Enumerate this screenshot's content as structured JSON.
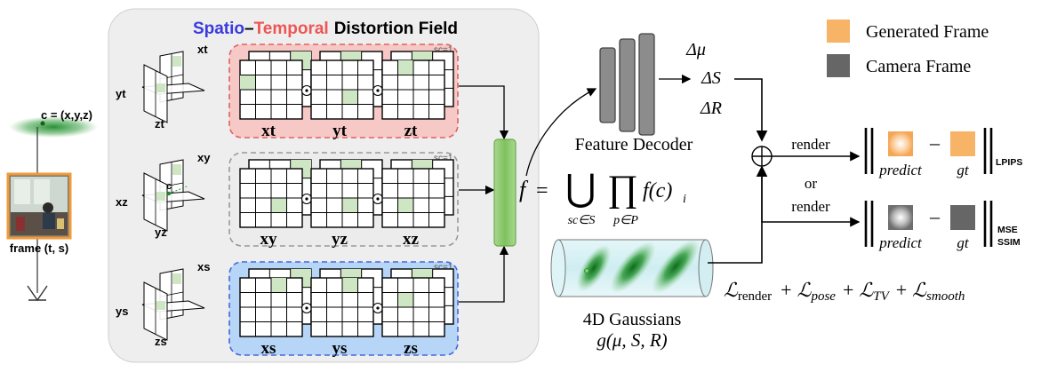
{
  "title": {
    "part1": "Spatio",
    "dash": "–",
    "part2": "Temporal",
    "part3": "Distortion Field",
    "color1": "#3a3ae0",
    "color2": "#ee5555"
  },
  "camera": {
    "point_label": "c = (x,y,z)",
    "frame_label": "frame (t, s)"
  },
  "groups": [
    {
      "name": "temporal-xyz",
      "axes3d": [
        "xt",
        "yt",
        "zt"
      ],
      "planes": [
        "xt",
        "yt",
        "zt"
      ],
      "scale_labels": [
        "sc=1",
        "sc=2"
      ],
      "fill": "#f7c9c6",
      "stroke": "#e06060"
    },
    {
      "name": "spatial",
      "axes3d": [
        "xy",
        "xz",
        "yz"
      ],
      "planes": [
        "xy",
        "yz",
        "xz"
      ],
      "scale_labels": [
        "sc=1",
        "sc=2"
      ],
      "fill": "#ececec",
      "stroke": "#999999"
    },
    {
      "name": "scale",
      "axes3d": [
        "xs",
        "ys",
        "zs"
      ],
      "planes": [
        "xs",
        "ys",
        "zs"
      ],
      "scale_labels": [
        "sc=1",
        "sc=2"
      ],
      "fill": "#b6d5f7",
      "stroke": "#4466dd"
    }
  ],
  "decoder": {
    "label": "Feature Decoder",
    "outputs": [
      "Δμ",
      "ΔS",
      "ΔR"
    ]
  },
  "formula": {
    "lhs": "f",
    "eq": "=",
    "union_sub": "sc∈S",
    "prod_sub": "p∈P",
    "term": "f(c)",
    "term_sub": "i"
  },
  "gaussians": {
    "label": "4D Gaussians",
    "func": "g(μ, S, R)"
  },
  "legend": [
    {
      "label": "Generated Frame",
      "color": "#f7b366"
    },
    {
      "label": "Camera Frame",
      "color": "#666666"
    }
  ],
  "render": {
    "render1": "render",
    "or": "or",
    "render2": "render",
    "predict": "predict",
    "minus": "–",
    "gt": "gt",
    "metric1": "LPIPS",
    "metric2a": "MSE",
    "metric2b": "SSIM"
  },
  "loss": {
    "terms": [
      {
        "main": "ℒ",
        "sub": "render"
      },
      {
        "main": "ℒ",
        "sub": "pose"
      },
      {
        "main": "ℒ",
        "sub": "TV"
      },
      {
        "main": "ℒ",
        "sub": "smooth"
      }
    ],
    "plus": "+"
  },
  "colors": {
    "panel": "#eeeeee",
    "green_bar": "#8ec870",
    "decoder_gray": "#8c8c8c",
    "gauss_green": "#1e8a2a"
  }
}
